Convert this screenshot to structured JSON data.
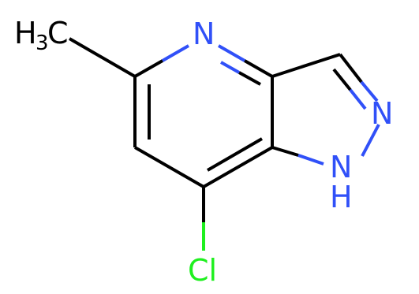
{
  "molecule": {
    "colors": {
      "bond": "#000000",
      "nitrogen": "#3050F8",
      "chlorine": "#1FF01F",
      "carbon": "#000000"
    },
    "labels": {
      "methyl_h": "H",
      "methyl_sub": "3",
      "methyl_c": "C",
      "pyridine_n": "N",
      "pyrazole_n2": "N",
      "pyrazole_n1": "N",
      "pyrazole_h": "H",
      "chlorine_cl": "Cl"
    }
  }
}
